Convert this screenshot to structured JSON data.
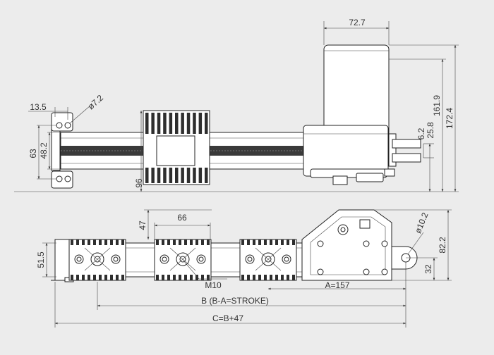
{
  "top_view": {
    "motor_width": "72.7",
    "height_overall": "172.4",
    "height_motor": "161.9",
    "offset_25_8": "25.8",
    "offset_6_2": "6.2",
    "rear_offset": "13.5",
    "rear_hole": "ø7.2",
    "rear_span": "63",
    "profile_width": "48.2",
    "clamp_height": "96"
  },
  "front_view": {
    "clamp_height": "47",
    "clamp_length": "66",
    "profile_height": "51.5",
    "front_height": "82.2",
    "front_center": "32",
    "front_hole": "ø10.2",
    "thread": "M10",
    "dim_a": "A=157",
    "dim_b": "B (B-A=STROKE)",
    "dim_c": "C=B+47"
  }
}
